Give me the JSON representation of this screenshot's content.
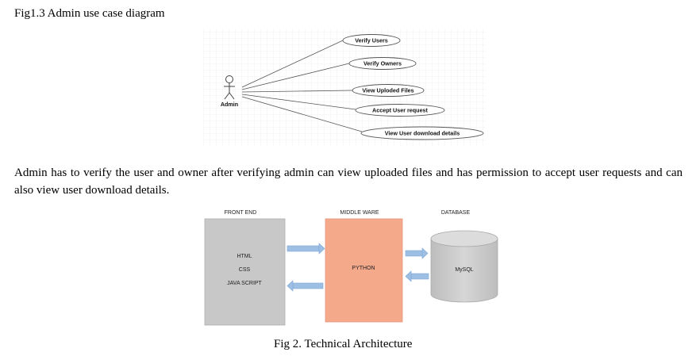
{
  "figure1": {
    "caption": "Fig1.3 Admin use case diagram",
    "actor": {
      "label": "Admin",
      "icon": "stick-figure-actor-icon"
    },
    "use_cases": [
      "Verify Users",
      "Verify Owners",
      "View Uploded Files",
      "Accept User request",
      "View User download details"
    ]
  },
  "paragraph": "Admin has to verify the user and owner after verifying admin can view uploaded files and has permission to accept user requests and can also view user download details.",
  "figure2": {
    "caption": "Fig 2. Technical Architecture",
    "tiers": {
      "front_end": {
        "heading": "FRONT END",
        "items": [
          "HTML",
          "CSS",
          "JAVA SCRIPT"
        ],
        "color": "#c8c8c8"
      },
      "middle_ware": {
        "heading": "MIDDLE WARE",
        "label": "PYTHON",
        "color": "#f4a98a"
      },
      "database": {
        "heading": "DATABASE",
        "label": "MySQL",
        "color": "#cfcfcf"
      }
    },
    "arrow_color": "#9dbfe3"
  }
}
